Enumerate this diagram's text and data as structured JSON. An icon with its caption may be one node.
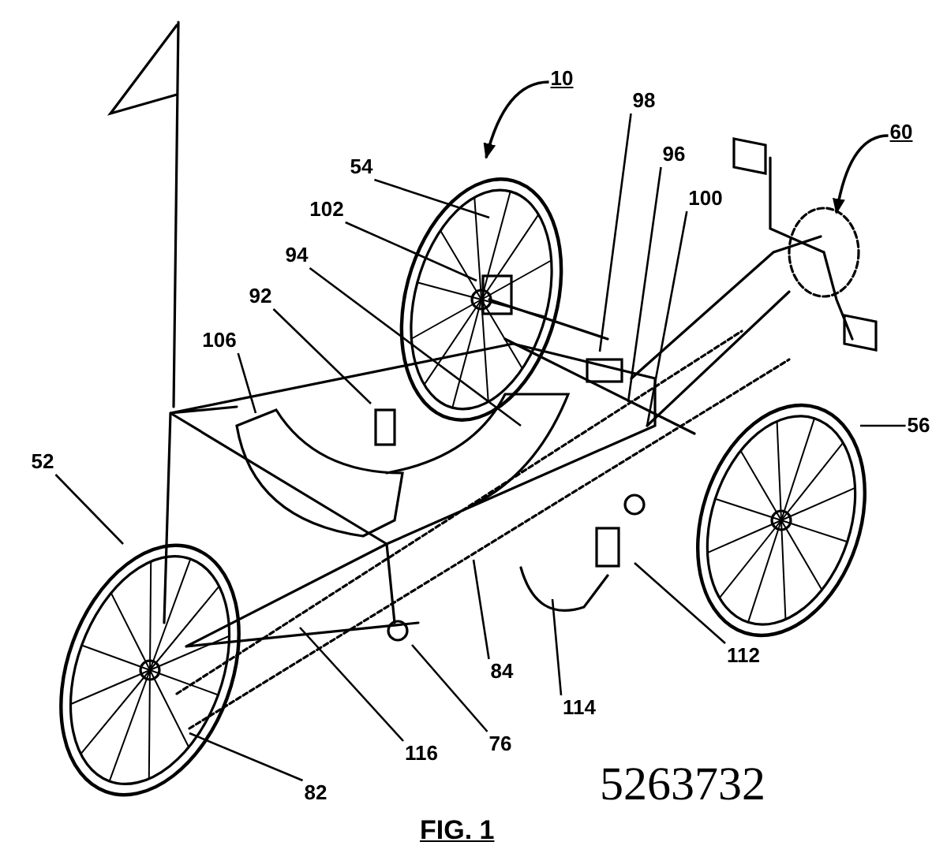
{
  "diagram": {
    "caption": "FIG. 1",
    "nodes": [
      {
        "text": [
          "10"
        ]
      },
      {
        "text": [
          "60"
        ]
      },
      {
        "text": [
          "54"
        ]
      },
      {
        "text": [
          "98"
        ]
      },
      {
        "text": [
          "96"
        ]
      },
      {
        "text": [
          "100"
        ]
      },
      {
        "text": [
          "102"
        ]
      },
      {
        "text": [
          "94"
        ]
      },
      {
        "text": [
          "92"
        ]
      },
      {
        "text": [
          "106"
        ]
      },
      {
        "text": [
          "52"
        ]
      },
      {
        "text": [
          "56"
        ]
      },
      {
        "text": [
          "84"
        ]
      },
      {
        "text": [
          "112"
        ]
      },
      {
        "text": [
          "114"
        ]
      },
      {
        "text": [
          "116"
        ]
      },
      {
        "text": [
          "76"
        ]
      },
      {
        "text": [
          "82"
        ]
      }
    ],
    "edges": [
      {
        "from": 0,
        "to": null,
        "arrow": "to"
      },
      {
        "from": 1,
        "to": null,
        "arrow": "to"
      },
      {
        "from": 2,
        "to": null,
        "arrow": "none"
      },
      {
        "from": 3,
        "to": null,
        "arrow": "none"
      },
      {
        "from": 4,
        "to": null,
        "arrow": "none"
      },
      {
        "from": 5,
        "to": null,
        "arrow": "none"
      },
      {
        "from": 6,
        "to": null,
        "arrow": "none"
      },
      {
        "from": 7,
        "to": null,
        "arrow": "none"
      },
      {
        "from": 8,
        "to": null,
        "arrow": "none"
      },
      {
        "from": 9,
        "to": null,
        "arrow": "none"
      },
      {
        "from": 10,
        "to": null,
        "arrow": "none"
      },
      {
        "from": 11,
        "to": null,
        "arrow": "none"
      },
      {
        "from": 12,
        "to": null,
        "arrow": "none"
      },
      {
        "from": 13,
        "to": null,
        "arrow": "none"
      },
      {
        "from": 14,
        "to": null,
        "arrow": "none"
      },
      {
        "from": 15,
        "to": null,
        "arrow": "none"
      },
      {
        "from": 16,
        "to": null,
        "arrow": "none"
      },
      {
        "from": 17,
        "to": null,
        "arrow": "none"
      }
    ],
    "labels": [
      "5263732"
    ]
  }
}
